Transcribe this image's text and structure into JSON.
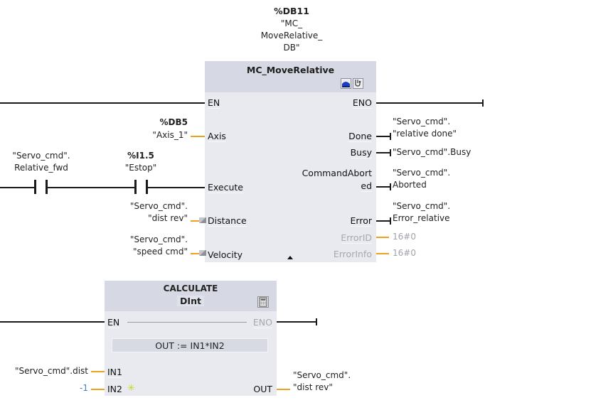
{
  "move_block": {
    "instance_address": "%DB11",
    "instance_name_lines": [
      "\"MC_",
      "MoveRelative_",
      "DB\""
    ],
    "title": "MC_MoveRelative",
    "icons": [
      "axis-icon",
      "diagnostics-icon"
    ],
    "inputs": [
      {
        "pin": "EN"
      },
      {
        "pin": "Axis",
        "operand_address": "%DB5",
        "operand": "\"Axis_1\""
      },
      {
        "pin": "Execute"
      },
      {
        "pin": "Distance",
        "operand_lines": [
          "\"Servo_cmd\".",
          "\"dist rev\""
        ]
      },
      {
        "pin": "Velocity",
        "operand_lines": [
          "\"Servo_cmd\".",
          "\"speed cmd\""
        ]
      }
    ],
    "outputs": [
      {
        "pin": "ENO"
      },
      {
        "pin": "Done",
        "operand_lines": [
          "\"Servo_cmd\".",
          "\"relative done\""
        ]
      },
      {
        "pin": "Busy",
        "operand_lines": [
          "\"Servo_cmd\".Busy"
        ]
      },
      {
        "pin_lines": [
          "CommandAbort",
          "ed"
        ],
        "operand_lines": [
          "\"Servo_cmd\".",
          "Aborted"
        ]
      },
      {
        "pin": "Error",
        "operand_lines": [
          "\"Servo_cmd\".",
          "Error_relative"
        ]
      },
      {
        "pin": "ErrorID",
        "operand": "16#0"
      },
      {
        "pin": "ErrorInfo",
        "operand": "16#0"
      }
    ]
  },
  "contacts": [
    {
      "operand_lines": [
        "\"Servo_cmd\".",
        "Relative_fwd"
      ]
    },
    {
      "address": "%I1.5",
      "operand": "\"Estop\""
    }
  ],
  "calc_block": {
    "title": "CALCULATE",
    "data_type": "DInt",
    "icon": "calculator-icon",
    "en": "EN",
    "eno": "ENO",
    "expression": "OUT :=   IN1*IN2",
    "inputs": [
      {
        "pin": "IN1",
        "operand": "\"Servo_cmd\".dist"
      },
      {
        "pin": "IN2",
        "operand": "-1"
      }
    ],
    "output": {
      "pin": "OUT",
      "operand_lines": [
        "\"Servo_cmd\".",
        "\"dist rev\""
      ]
    }
  }
}
